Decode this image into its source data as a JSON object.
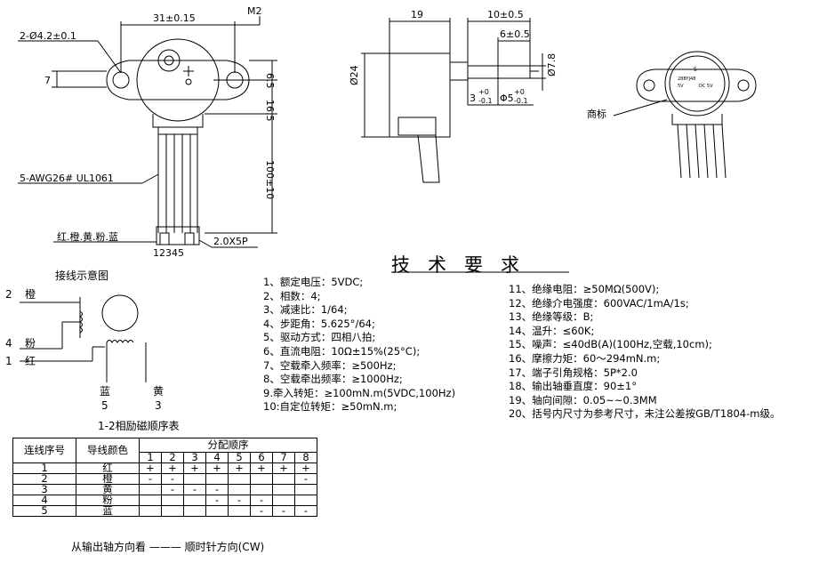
{
  "dims": {
    "width_top": "31±0.15",
    "screw": "M2",
    "holes": "2-Ø4.2±0.1",
    "ear_offset": "7",
    "d1": "6.5",
    "d2": "16.5",
    "lead_len": "100±10",
    "wire": "5-AWG26# UL1061",
    "colors_label": "红.橙.黄.粉.蓝",
    "connector": "2.0X5P",
    "pins": "12345",
    "side_w": "19",
    "shaft_len": "10±0.5",
    "flat_len": "6±0.5",
    "body_dia": "Ø24",
    "shaft_dia": "Ø7.8",
    "flat": "3",
    "flat_tol_up": "+0",
    "flat_tol_dn": "-0.1",
    "shaft_d": "Φ5",
    "shaft_tol_up": "+0",
    "shaft_tol_dn": "-0.1",
    "brand": "商标",
    "label_top": "5",
    "label_line1": "28BYJ48",
    "label_line2": "5V",
    "label_line3": "DC 5V"
  },
  "wiring": {
    "title": "接线示意图",
    "p2": "2",
    "c2": "橙",
    "p4": "4",
    "c4": "粉",
    "p1": "1",
    "c1": "红",
    "c5": "蓝",
    "p5": "5",
    "c3": "黄",
    "p3": "3"
  },
  "spec_title": "技术要求",
  "specs_left": [
    "1、额定电压：5VDC;",
    "2、相数：4;",
    "3、减速比：1/64;",
    "4、步距角：5.625°/64;",
    "5、驱动方式：四相八拍;",
    "6、直流电阻：10Ω±15%(25°C);",
    "7、空载牵入频率：≥500Hz;",
    "8、空载牵出频率：≥1000Hz;",
    "9.牵入转矩：≥100mN.m(5VDC,100Hz)",
    "10:自定位转矩：≥50mN.m;"
  ],
  "specs_right": [
    "11、绝缘电阻：≥50MΩ(500V);",
    "12、绝缘介电强度：600VAC/1mA/1s;",
    "13、绝缘等级：B;",
    "14、温升：≤60K;",
    "15、噪声：≤40dB(A)(100Hz,空载,10cm);",
    "16、摩擦力矩：60～294mN.m;",
    "17、端子引角规格：5P*2.0",
    "18、输出轴垂直度：90±1°",
    "19、轴向间隙：0.05~~0.3MM",
    "20、括号内尺寸为参考尺寸，未注公差按GB/T1804-m级。"
  ],
  "sequence": {
    "title": "1-2相励磁顺序表",
    "col_wire_no": "连线序号",
    "col_color": "导线颜色",
    "col_dist": "分配顺序",
    "steps": [
      "1",
      "2",
      "3",
      "4",
      "5",
      "6",
      "7",
      "8"
    ],
    "rows": [
      {
        "no": "1",
        "color": "红",
        "cells": [
          "+",
          "+",
          "+",
          "+",
          "+",
          "+",
          "+",
          "+"
        ]
      },
      {
        "no": "2",
        "color": "橙",
        "cells": [
          "-",
          "-",
          "",
          "",
          "",
          "",
          "",
          "-"
        ]
      },
      {
        "no": "3",
        "color": "黄",
        "cells": [
          "",
          "-",
          "-",
          "-",
          "",
          "",
          "",
          ""
        ]
      },
      {
        "no": "4",
        "color": "粉",
        "cells": [
          "",
          "",
          "",
          "-",
          "-",
          "-",
          "",
          ""
        ]
      },
      {
        "no": "5",
        "color": "蓝",
        "cells": [
          "",
          "",
          "",
          "",
          "",
          "-",
          "-",
          "-"
        ]
      }
    ],
    "footer": "从输出轴方向看 ——— 顺时针方向(CW)"
  }
}
